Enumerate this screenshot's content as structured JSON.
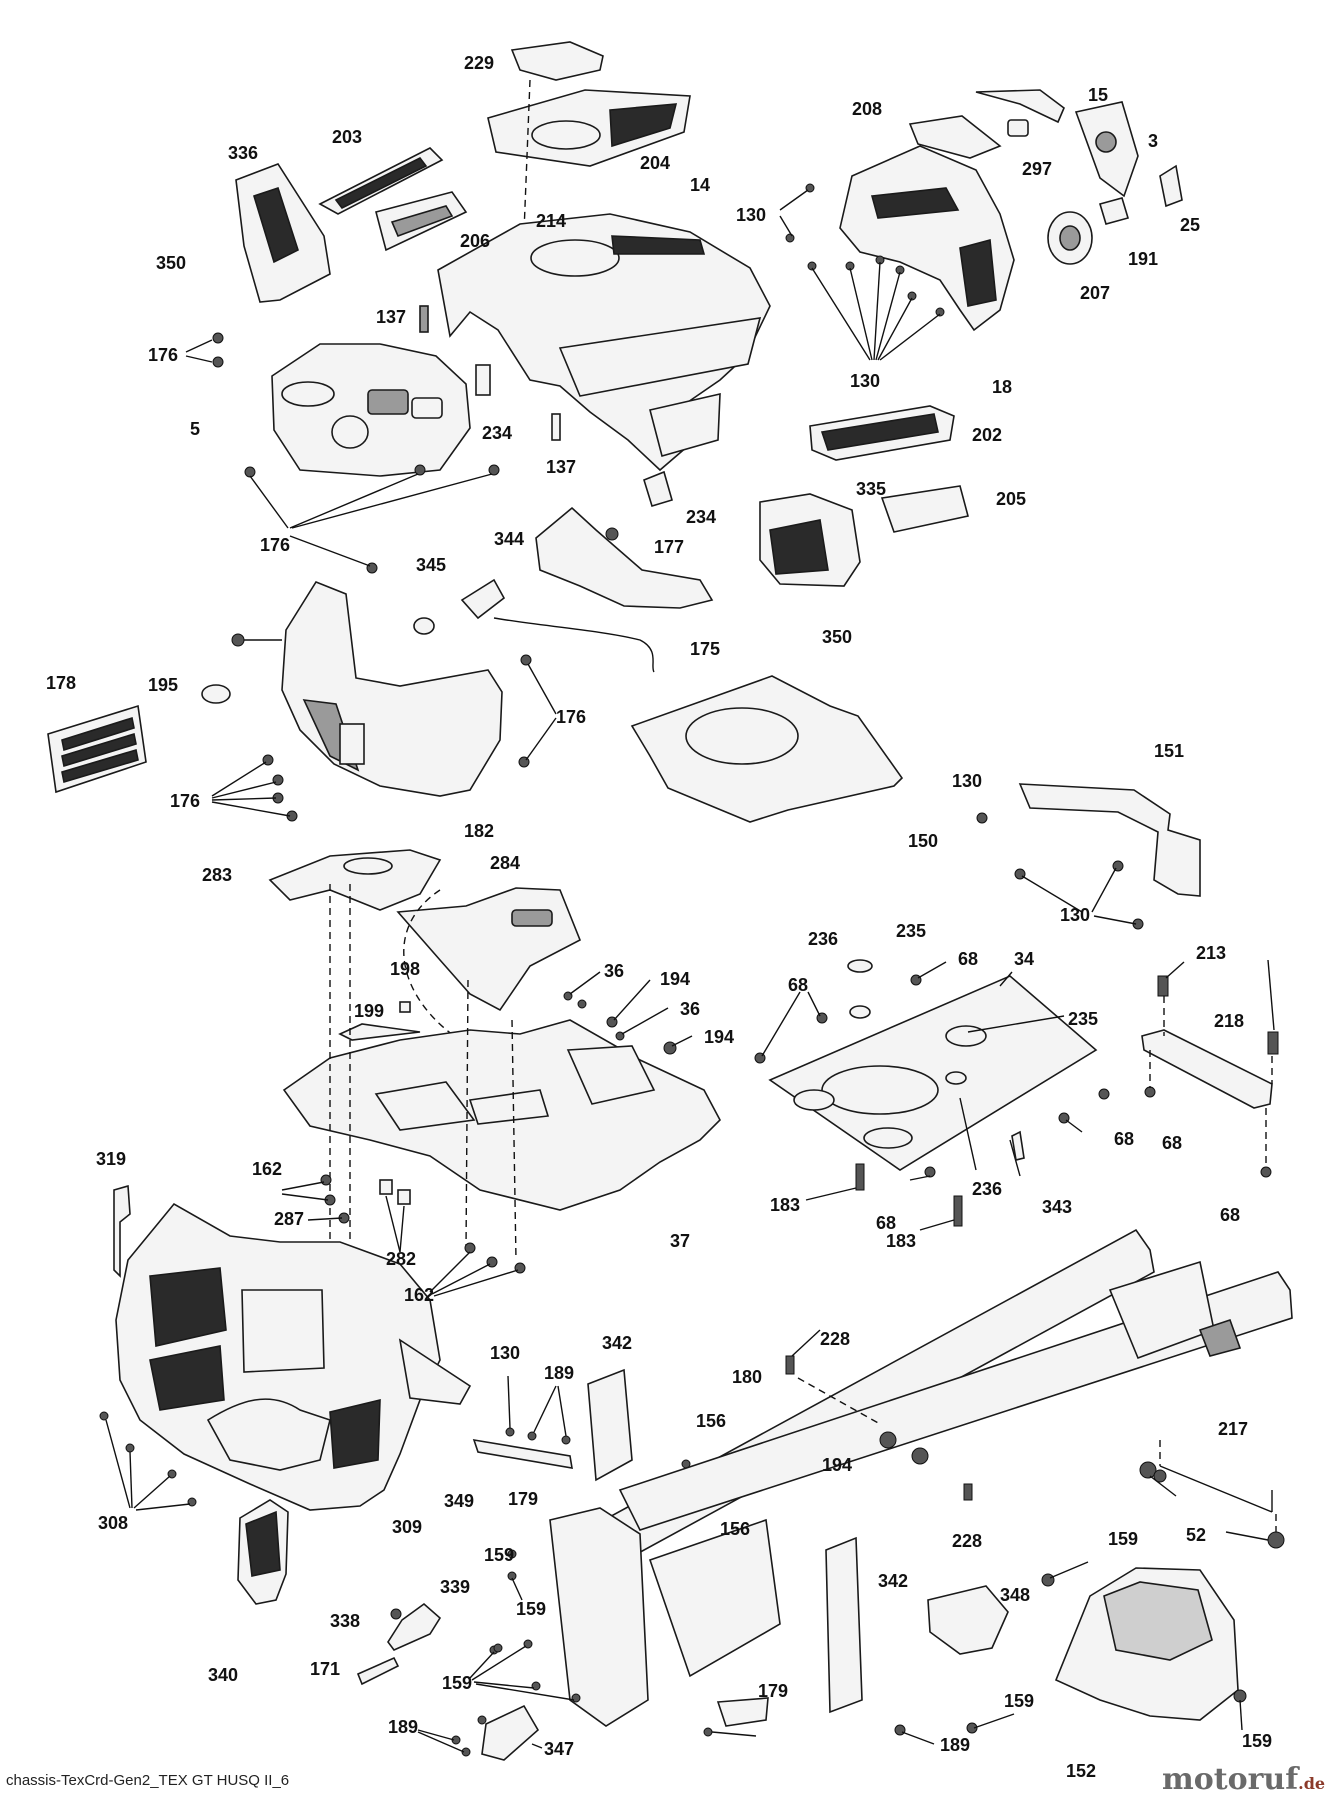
{
  "diagram": {
    "labels": {
      "l229": "229",
      "l204": "204",
      "l336": "336",
      "l203": "203",
      "l214": "214",
      "l14": "14",
      "l206": "206",
      "l350a": "350",
      "l137a": "137",
      "l176a": "176",
      "l5": "5",
      "l234a": "234",
      "l137b": "137",
      "l234b": "234",
      "l176b": "176",
      "l344": "344",
      "l177": "177",
      "l345": "345",
      "l175": "175",
      "l195": "195",
      "l178": "178",
      "l176c": "176",
      "l176d": "176",
      "l182": "182",
      "l208": "208",
      "l15": "15",
      "l297": "297",
      "l3": "3",
      "l130a": "130",
      "l25": "25",
      "l191": "191",
      "l207": "207",
      "l130b": "130",
      "l18": "18",
      "l202": "202",
      "l335": "335",
      "l205": "205",
      "l350b": "350",
      "l150": "150",
      "l151": "151",
      "l130c": "130",
      "l130d": "130",
      "l283": "283",
      "l284": "284",
      "l198": "198",
      "l36a": "36",
      "l194a": "194",
      "l199": "199",
      "l36b": "36",
      "l194b": "194",
      "l162a": "162",
      "l287": "287",
      "l282": "282",
      "l37": "37",
      "l162b": "162",
      "l236a": "236",
      "l235a": "235",
      "l68a": "68",
      "l34": "34",
      "l68b": "68",
      "l235b": "235",
      "l213": "213",
      "l218": "218",
      "l68c": "68",
      "l68d": "68",
      "l183a": "183",
      "l68e": "68",
      "l236b": "236",
      "l343": "343",
      "l183b": "183",
      "l68f": "68",
      "l319": "319",
      "l130e": "130",
      "l189a": "189",
      "l342a": "342",
      "l228a": "228",
      "l180": "180",
      "l217": "217",
      "l156a": "156",
      "l194c": "194",
      "l52": "52",
      "l349": "349",
      "l179a": "179",
      "l156b": "156",
      "l228b": "228",
      "l159a": "159",
      "l159b": "159",
      "l308": "308",
      "l309": "309",
      "l339": "339",
      "l342b": "342",
      "l348": "348",
      "l338": "338",
      "l340": "340",
      "l171": "171",
      "l159c": "159",
      "l179b": "179",
      "l159d": "159",
      "l159e": "159",
      "l152": "152",
      "l159f": "159",
      "l189b": "189",
      "l347": "347",
      "l189c": "189"
    },
    "footer_code": "chassis-TexCrd-Gen2_TEX GT HUSQ II_6",
    "brand": {
      "name": "motoruf",
      "tld": ".de"
    }
  }
}
